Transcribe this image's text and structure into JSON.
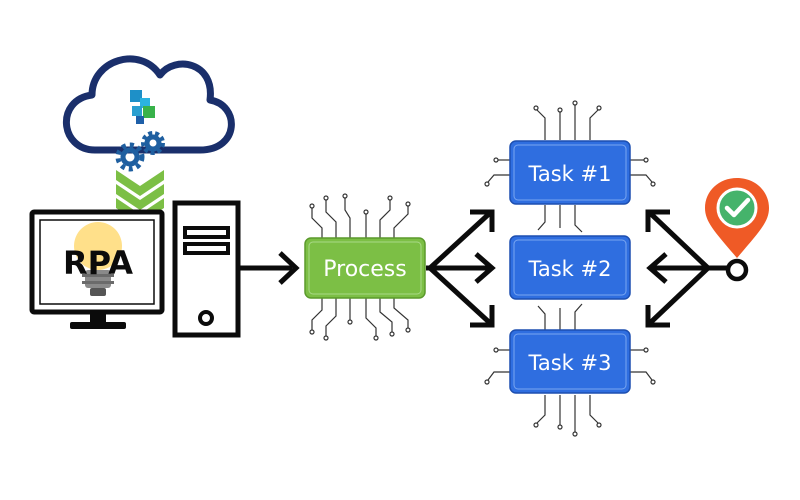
{
  "rpa_label": "RPA",
  "process_label": "Process",
  "tasks": [
    {
      "label": "Task #1"
    },
    {
      "label": "Task #2"
    },
    {
      "label": "Task #3"
    }
  ],
  "icons": {
    "cloud": "cloud-icon",
    "logo": "cloud-logo-icon",
    "gears": "gears-icon",
    "chevrons": "chevron-down-icon",
    "monitor": "monitor-icon",
    "bulb": "lightbulb-icon",
    "tower": "computer-tower-icon",
    "pin": "location-check-pin-icon"
  },
  "colors": {
    "line": "#0b0b0b",
    "cloud": "#1a2f6b",
    "process": "#7cbf45",
    "task": "#2f6ee0",
    "bulb": "#ffe08a",
    "pin": "#ef5a26",
    "check": "#45b36b",
    "gear": "#1f5fa0",
    "chevron": "#7cbf45"
  }
}
